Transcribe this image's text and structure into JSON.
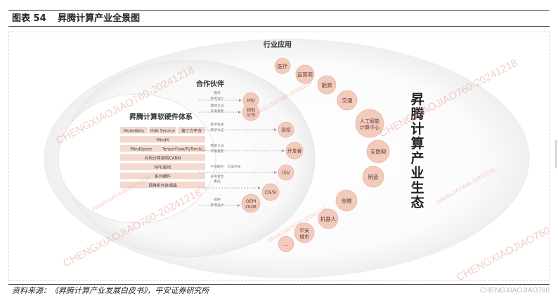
{
  "header": {
    "figure_number": "图表 54",
    "title": "昇腾计算产业全景图"
  },
  "diagram": {
    "ecosystem_title": "昇腾计算产业生态",
    "industry_label": "行业应用",
    "partners_label": "合作伙伴",
    "stack_title": "昇腾计算软硬件体系",
    "stack_rows": [
      [
        "ModelArts",
        "HiAI Service",
        "第三方平台"
      ],
      [
        "MindX"
      ],
      [
        "MindSpore",
        "TensorFlow/PyTorch/…"
      ],
      [
        "异构计算架构CANN"
      ],
      [
        "NPU驱动"
      ],
      [
        "系列硬件"
      ],
      [
        "昇腾系列处理器"
      ]
    ],
    "industries": [
      "医疗",
      "运营商",
      "能源",
      "交通",
      "人工智能计算中心",
      "互联网",
      "制造",
      "金融",
      "机器人",
      "平安城市",
      "…"
    ],
    "partners": [
      "IHV",
      "初创公司",
      "高校",
      "开发者",
      "ISV",
      "C&SI",
      "OEM ODM"
    ],
    "connector_labels": [
      [
        "提供",
        "参考设计"
      ],
      [
        "模组认证",
        "开发者套"
      ],
      [
        "教学科研",
        "原子认证"
      ],
      [
        "模型认证",
        "开发者套"
      ],
      [
        "产品服务",
        "方案开发",
        "开发者套"
      ],
      [
        "集成"
      ],
      [
        "提供",
        "参考设计"
      ]
    ]
  },
  "footer": {
    "source": "资料来源：《昇腾计算产业发展白皮书》，平安证券研究所"
  },
  "watermark": {
    "text": "CHENGXIAOJIAO760-20241218",
    "secondary": "WANGJIATI446-20241216",
    "corner": "CHENGXIAOJIAO760"
  },
  "colors": {
    "bubble_fill": "#f2cbbd",
    "bubble_stroke": "#e7b3a2",
    "bubble_text": "#5a3a30",
    "stack_bar": "#f4d9cf",
    "watermark": "#f0a39a",
    "outer_ring": "#f3f3f3"
  }
}
